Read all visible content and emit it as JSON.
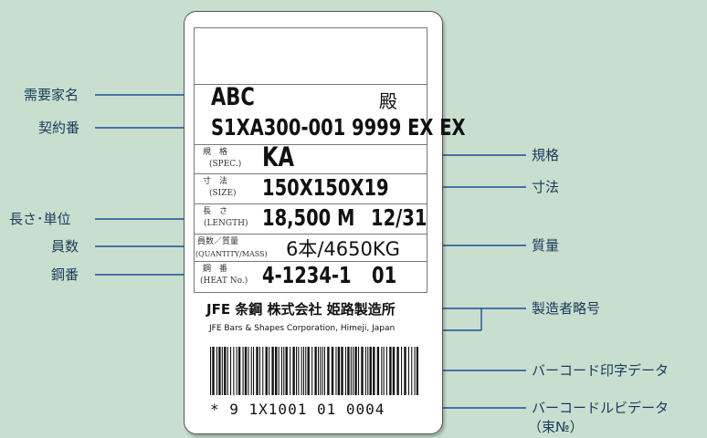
{
  "callouts_left": {
    "customer_name": "需要家名",
    "contract_no": "契約番",
    "length_unit": "長さ･単位",
    "count": "員数",
    "heat_no": "鋼番"
  },
  "callouts_right": {
    "spec": "規格",
    "size": "寸法",
    "weight": "質量",
    "manufacturer_code": "製造者略号",
    "barcode_print": "バーコード印字データ",
    "barcode_readable": "バーコードルビデータ",
    "bundle_no": "（束№）"
  },
  "label": {
    "customer": "ABC",
    "honorific": "殿",
    "contract": "S1XA300-001  9999  EX EX",
    "spec_jp": "規　格",
    "spec_en": "(SPEC.)",
    "spec_value": "KA",
    "size_jp": "寸　法",
    "size_en": "(SIZE)",
    "size_value": "150X150X19",
    "length_jp": "長　さ",
    "length_en": "(LENGTH)",
    "length_value": "18,500  M",
    "length_date": "12/31",
    "qty_jp": "員数／質量",
    "qty_en": "(QUANTITY/MASS)",
    "qty_value": "6本/4650KG",
    "heat_jp": "鋼　番",
    "heat_en": "(HEAT No.)",
    "heat_value": "4-1234-1",
    "heat_suffix": "01",
    "maker_jp": "JFE 条鋼 株式会社 姫路製造所",
    "maker_en": "JFE Bars & Shapes Corporation, Himeji, Japan",
    "barcode_text": "*  9  1X1001 01 0004"
  },
  "colors": {
    "background": "#c8dfcf",
    "line": "#1a4f9a",
    "card": "#ffffff"
  }
}
